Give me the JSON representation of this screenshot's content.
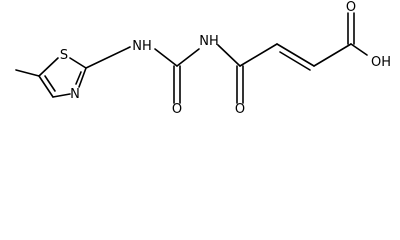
{
  "molecule": {
    "atoms": {
      "s1": "S",
      "n_ring": "N",
      "nh1": "NH",
      "nh2": "NH",
      "o_urea": "O",
      "o_amide": "O",
      "o_acid": "O",
      "oh": "OH"
    }
  }
}
